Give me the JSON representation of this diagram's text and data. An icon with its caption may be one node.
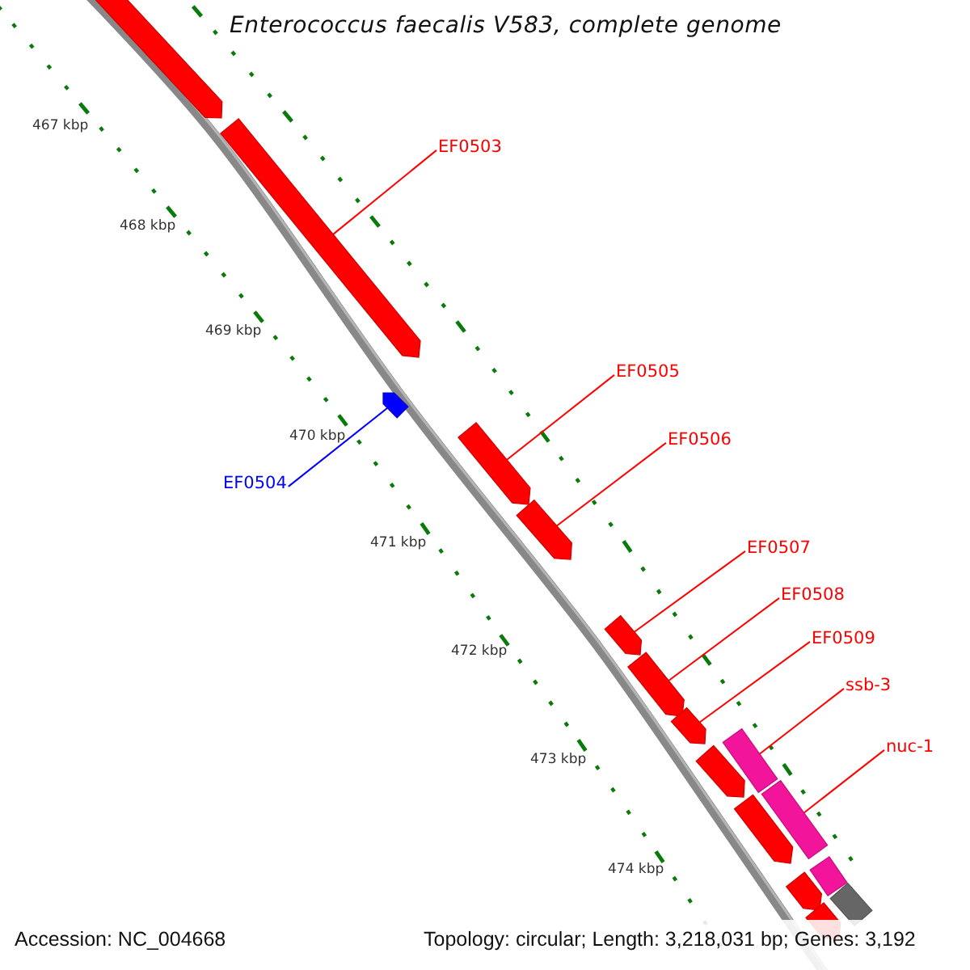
{
  "diagram": {
    "title": "Enterococcus faecalis V583, complete genome",
    "nodes": [
      {
        "text": [],
        "shape": "pentagon"
      },
      {
        "text": [
          "EF0503"
        ]
      },
      {
        "text": [],
        "shape": "pentagon"
      },
      {
        "text": [],
        "shape": "pentagon"
      },
      {
        "text": [
          "EF0505"
        ]
      },
      {
        "text": [],
        "shape": "pentagon"
      },
      {
        "text": [
          "EF0506"
        ]
      },
      {
        "text": [],
        "shape": "pentagon"
      },
      {
        "text": [
          "EF0504"
        ]
      },
      {
        "text": [
          "EF0507"
        ]
      },
      {
        "text": [],
        "shape": "pentagon"
      },
      {
        "text": [
          "EF0508"
        ]
      },
      {
        "text": [],
        "shape": "pentagon"
      },
      {
        "text": [
          "EF0509"
        ]
      },
      {
        "text": [],
        "shape": "pentagon"
      },
      {
        "text": [
          "ssb-3"
        ]
      },
      {
        "text": [],
        "shape": "bar"
      },
      {
        "text": [],
        "shape": "pentagon"
      },
      {
        "text": [
          "nuc-1"
        ]
      },
      {
        "text": [],
        "shape": "bar"
      },
      {
        "text": [],
        "shape": "pentagon"
      },
      {
        "text": [],
        "shape": "bar"
      },
      {
        "text": [],
        "shape": "bar"
      },
      {
        "text": [],
        "shape": "pentagon"
      },
      {
        "text": [],
        "shape": "pentagon"
      }
    ],
    "edges": [
      {
        "from": 1,
        "to": 2,
        "arrow": "none"
      },
      {
        "from": 4,
        "to": 5,
        "arrow": "none"
      },
      {
        "from": 6,
        "to": 7,
        "arrow": "none"
      },
      {
        "from": 8,
        "to": 3,
        "arrow": "none",
        "color": "#0000ff"
      },
      {
        "from": 9,
        "to": 10,
        "arrow": "none"
      },
      {
        "from": 11,
        "to": 12,
        "arrow": "none"
      },
      {
        "from": 13,
        "to": 14,
        "arrow": "none"
      },
      {
        "from": 15,
        "to": 16,
        "arrow": "none"
      },
      {
        "from": 18,
        "to": 19,
        "arrow": "none"
      }
    ],
    "labels": [
      "467 kbp",
      "468 kbp",
      "469 kbp",
      "470 kbp",
      "471 kbp",
      "472 kbp",
      "473 kbp",
      "474 kbp",
      "Accession: NC_004668",
      "Topology: circular; Length: 3,218,031 bp; Genes: 3,192"
    ]
  }
}
